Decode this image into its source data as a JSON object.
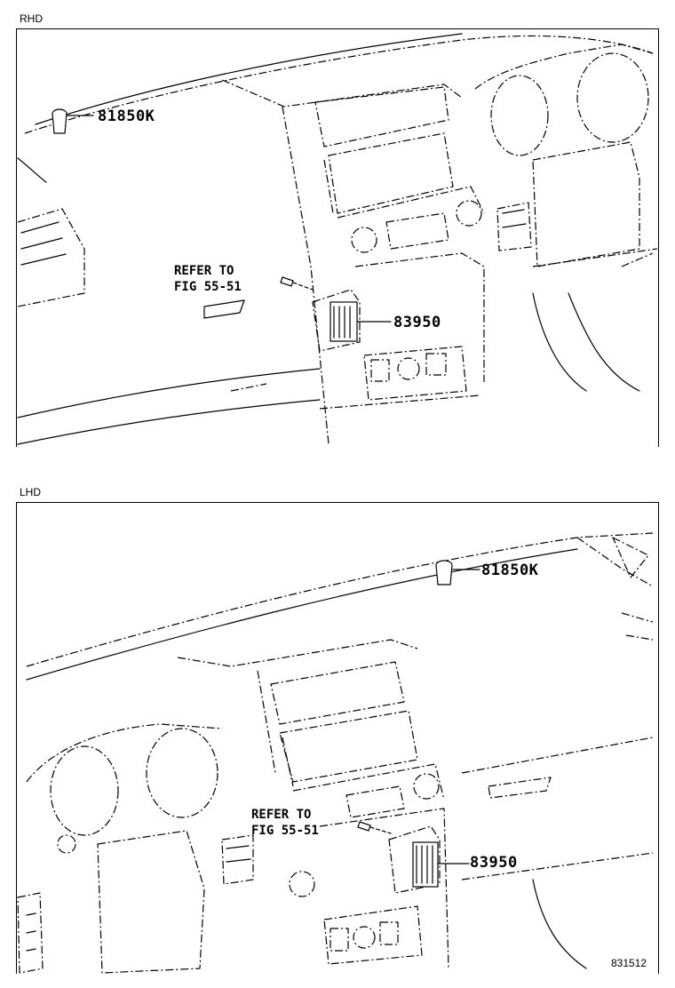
{
  "sections": [
    {
      "label": "RHD",
      "parts": [
        {
          "number": "81850K"
        },
        {
          "number": "83950"
        }
      ],
      "reference_line1": "REFER TO",
      "reference_line2": "FIG 55-51"
    },
    {
      "label": "LHD",
      "parts": [
        {
          "number": "81850K"
        },
        {
          "number": "83950"
        }
      ],
      "reference_line1": "REFER TO",
      "reference_line2": "FIG 55-51"
    }
  ],
  "figure_number": "831512"
}
